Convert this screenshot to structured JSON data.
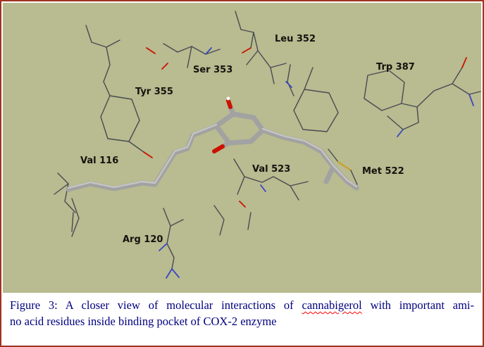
{
  "figure": {
    "caption": {
      "prefix": "Figure 3:",
      "before_word": " A closer view of molecular interactions of ",
      "underlined_word": "cannabigerol",
      "after_word": " with important ami-",
      "line2": "no acid residues inside binding pocket of COX-2 enzyme"
    }
  },
  "residues": [
    {
      "label": "Leu 352"
    },
    {
      "label": "Ser 353"
    },
    {
      "label": "Tyr 355"
    },
    {
      "label": "Trp 387"
    },
    {
      "label": "Val 116"
    },
    {
      "label": "Val 523"
    },
    {
      "label": "Met 522"
    },
    {
      "label": "Arg 120"
    }
  ],
  "colors": {
    "frame_border": "#9e3320",
    "scene_bg": "#b9bb90",
    "caption_bg": "#ffffff",
    "caption_text": "#000080",
    "label_text": "#14120e",
    "stick": "#474b52",
    "oxygen": "#cc1100",
    "nitrogen": "#3947c4",
    "sulfur": "#c8a227",
    "ligand": "#a2a2a2",
    "ligand_hi": "#c9c9c9",
    "squiggle": "#ff0000"
  }
}
